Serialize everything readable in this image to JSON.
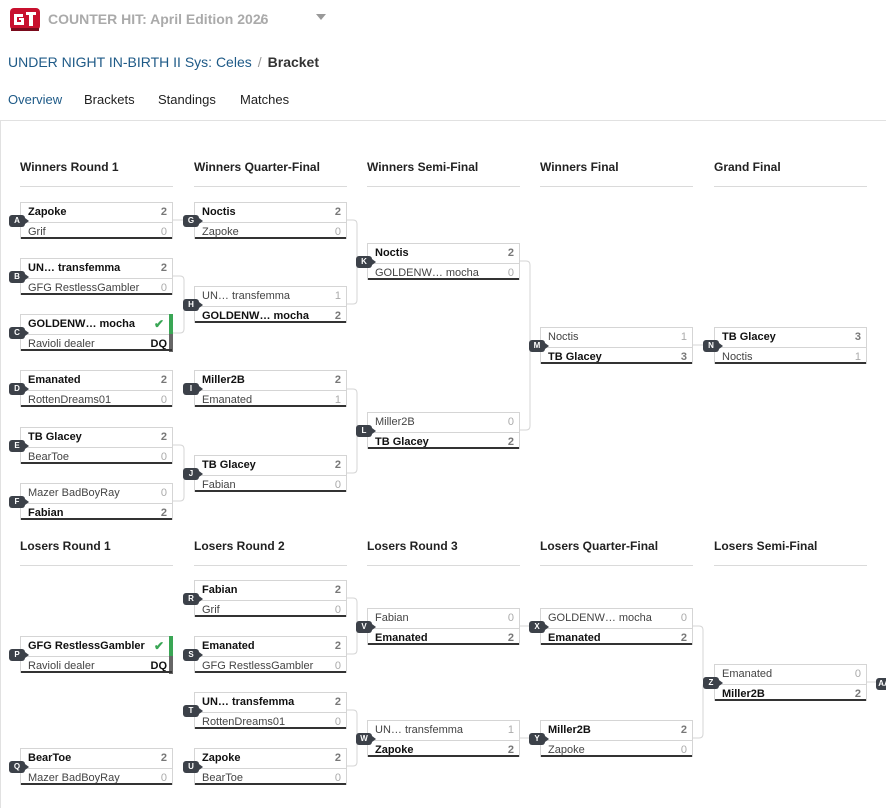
{
  "header": {
    "event_title": "COUNTER HIT: April Edition 2026",
    "separator": "/",
    "logo_icon": "counter-hit-logo",
    "dropdown_icon": "chevron-down-icon"
  },
  "breadcrumb": {
    "game": "UNDER NIGHT IN-BIRTH II Sys: Celes",
    "separator": "/",
    "page": "Bracket"
  },
  "tabs": [
    {
      "label": "Overview",
      "active": true
    },
    {
      "label": "Brackets",
      "active": false
    },
    {
      "label": "Standings",
      "active": false
    },
    {
      "label": "Matches",
      "active": false
    }
  ],
  "columns": {
    "winners": [
      "Winners Round 1",
      "Winners Quarter-Final",
      "Winners Semi-Final",
      "Winners Final",
      "Grand Final"
    ],
    "losers": [
      "Losers Round 1",
      "Losers Round 2",
      "Losers Round 3",
      "Losers Quarter-Final",
      "Losers Semi-Final"
    ]
  },
  "matches": {
    "A": {
      "label": "A",
      "p1": "Zapoke",
      "s1": "2",
      "p2": "Grif",
      "s2": "0",
      "winner": 1
    },
    "B": {
      "label": "B",
      "p1": "UN… transfemma",
      "s1": "2",
      "p2": "GFG RestlessGambler",
      "s2": "0",
      "winner": 1
    },
    "C": {
      "label": "C",
      "p1": "GOLDENW… mocha",
      "s1": "",
      "p2": "Ravioli dealer",
      "s2": "DQ",
      "winner": 1,
      "dq": true
    },
    "D": {
      "label": "D",
      "p1": "Emanated",
      "s1": "2",
      "p2": "RottenDreams01",
      "s2": "0",
      "winner": 1
    },
    "E": {
      "label": "E",
      "p1": "TB Glacey",
      "s1": "2",
      "p2": "BearToe",
      "s2": "0",
      "winner": 1
    },
    "F": {
      "label": "F",
      "p1": "Mazer BadBoyRay",
      "s1": "0",
      "p2": "Fabian",
      "s2": "2",
      "winner": 2
    },
    "G": {
      "label": "G",
      "p1": "Noctis",
      "s1": "2",
      "p2": "Zapoke",
      "s2": "0",
      "winner": 1
    },
    "H": {
      "label": "H",
      "p1": "UN… transfemma",
      "s1": "1",
      "p2": "GOLDENW… mocha",
      "s2": "2",
      "winner": 2
    },
    "I": {
      "label": "I",
      "p1": "Miller2B",
      "s1": "2",
      "p2": "Emanated",
      "s2": "1",
      "winner": 1
    },
    "J": {
      "label": "J",
      "p1": "TB Glacey",
      "s1": "2",
      "p2": "Fabian",
      "s2": "0",
      "winner": 1
    },
    "K": {
      "label": "K",
      "p1": "Noctis",
      "s1": "2",
      "p2": "GOLDENW… mocha",
      "s2": "0",
      "winner": 1
    },
    "L": {
      "label": "L",
      "p1": "Miller2B",
      "s1": "0",
      "p2": "TB Glacey",
      "s2": "2",
      "winner": 2
    },
    "M": {
      "label": "M",
      "p1": "Noctis",
      "s1": "1",
      "p2": "TB Glacey",
      "s2": "3",
      "winner": 2
    },
    "N": {
      "label": "N",
      "p1": "TB Glacey",
      "s1": "3",
      "p2": "Noctis",
      "s2": "1",
      "winner": 1
    },
    "P": {
      "label": "P",
      "p1": "GFG RestlessGambler",
      "s1": "",
      "p2": "Ravioli dealer",
      "s2": "DQ",
      "winner": 1,
      "dq": true
    },
    "Q": {
      "label": "Q",
      "p1": "BearToe",
      "s1": "2",
      "p2": "Mazer BadBoyRay",
      "s2": "0",
      "winner": 1
    },
    "R": {
      "label": "R",
      "p1": "Fabian",
      "s1": "2",
      "p2": "Grif",
      "s2": "0",
      "winner": 1
    },
    "S": {
      "label": "S",
      "p1": "Emanated",
      "s1": "2",
      "p2": "GFG RestlessGambler",
      "s2": "0",
      "winner": 1
    },
    "T": {
      "label": "T",
      "p1": "UN… transfemma",
      "s1": "2",
      "p2": "RottenDreams01",
      "s2": "0",
      "winner": 1
    },
    "U": {
      "label": "U",
      "p1": "Zapoke",
      "s1": "2",
      "p2": "BearToe",
      "s2": "0",
      "winner": 1
    },
    "V": {
      "label": "V",
      "p1": "Fabian",
      "s1": "0",
      "p2": "Emanated",
      "s2": "2",
      "winner": 2
    },
    "W": {
      "label": "W",
      "p1": "UN… transfemma",
      "s1": "1",
      "p2": "Zapoke",
      "s2": "2",
      "winner": 2
    },
    "X": {
      "label": "X",
      "p1": "GOLDENW… mocha",
      "s1": "0",
      "p2": "Emanated",
      "s2": "2",
      "winner": 2
    },
    "Y": {
      "label": "Y",
      "p1": "Miller2B",
      "s1": "2",
      "p2": "Zapoke",
      "s2": "0",
      "winner": 1
    },
    "Z": {
      "label": "Z",
      "p1": "Emanated",
      "s1": "0",
      "p2": "Miller2B",
      "s2": "2",
      "winner": 2
    },
    "AA": {
      "label": "AA"
    }
  },
  "colors": {
    "accent": "#1e5a87",
    "win_check": "#3aa655",
    "label_bg": "#3c4149"
  }
}
